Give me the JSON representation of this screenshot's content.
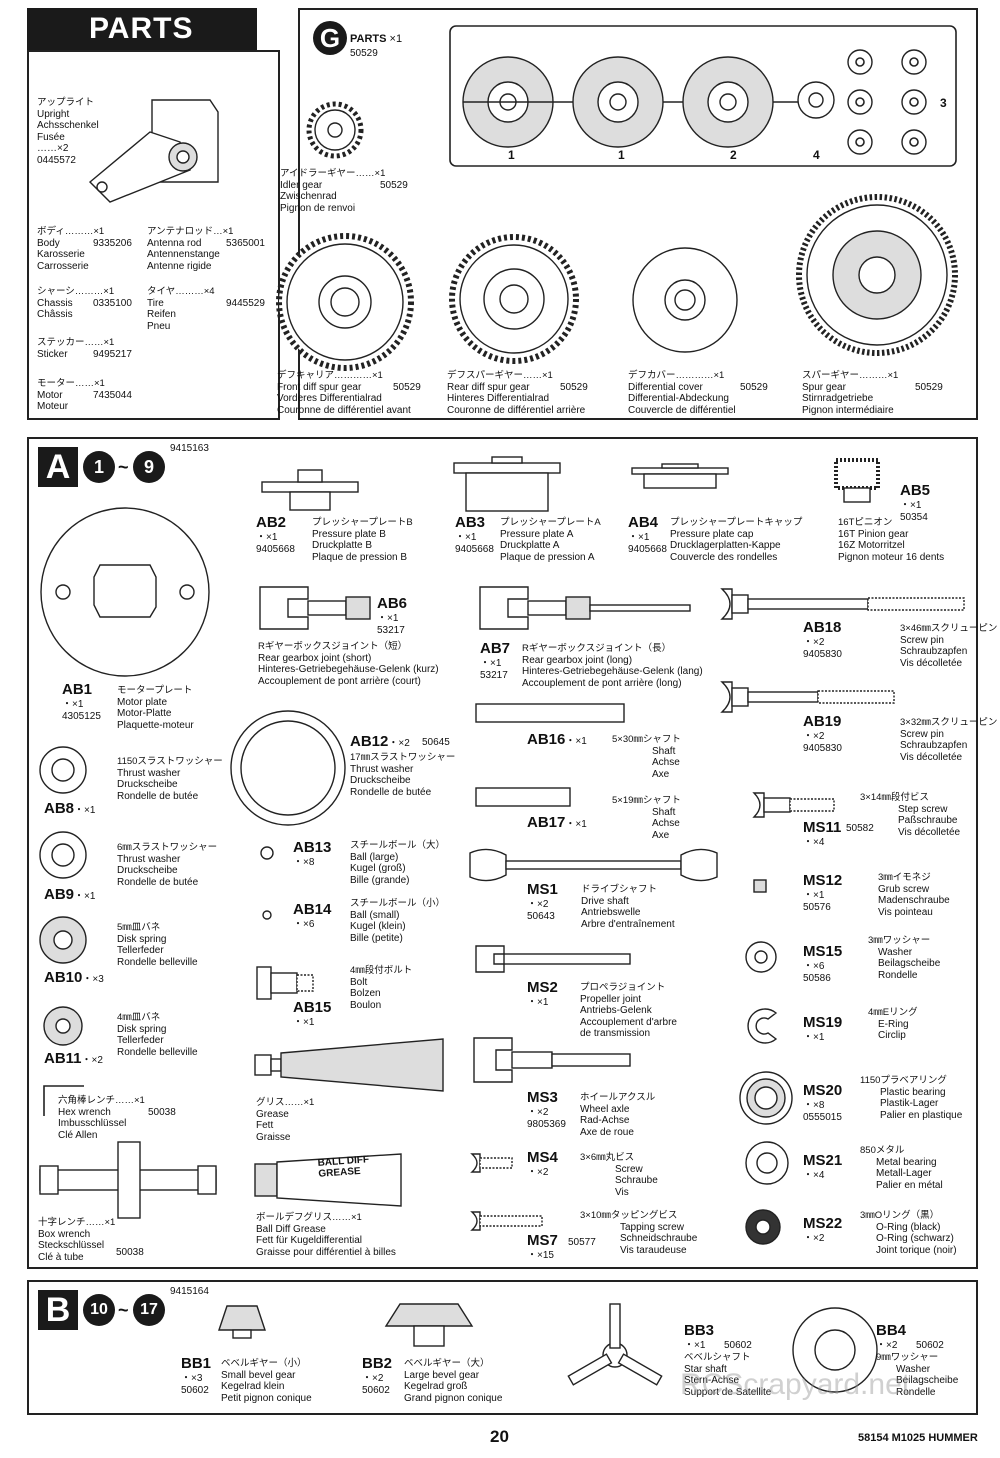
{
  "header": {
    "title": "PARTS"
  },
  "g_bag": {
    "letter": "G",
    "label": "PARTS",
    "qty": "×1",
    "number": "50529",
    "runner_numbers": [
      "1",
      "1",
      "2",
      "4",
      "3"
    ]
  },
  "top_parts": [
    {
      "jp": "アップライト",
      "en": "Upright",
      "de": "Achsschenkel",
      "fr": "Fusée",
      "qty": "……×2",
      "no": "0445572"
    },
    {
      "jp": "ボディ………×1",
      "en": "Body",
      "de": "Karosserie",
      "fr": "Carrosserie",
      "no": "9335206"
    },
    {
      "jp": "アンテナロッド…×1",
      "en": "Antenna rod",
      "de": "Antennenstange",
      "fr": "Antenne rigide",
      "no": "5365001"
    },
    {
      "jp": "シャーシ………×1",
      "en": "Chassis",
      "de": "Chassis",
      "fr": "Châssis",
      "no": "0335100"
    },
    {
      "jp": "タイヤ………×4",
      "en": "Tire",
      "de": "Reifen",
      "fr": "Pneu",
      "no": "9445529"
    },
    {
      "jp": "ステッカー……×1",
      "en": "Sticker",
      "no": "9495217"
    },
    {
      "jp": "モーター……×1",
      "en": "Motor",
      "fr": "Moteur",
      "no": "7435044"
    },
    {
      "jp": "アイドラーギヤー……×1",
      "en": "Idler gear",
      "de": "Zwischenrad",
      "fr": "Pignon de renvoi",
      "no": "50529"
    },
    {
      "jp": "デフキャリア…………×1",
      "en": "Front diff spur gear",
      "de": "Vorderes Differentialrad",
      "fr": "Couronne de différentiel avant",
      "no": "50529"
    },
    {
      "jp": "デフスパーギヤー……×1",
      "en": "Rear diff spur gear",
      "de": "Hinteres Differentialrad",
      "fr": "Couronne de différentiel arrière",
      "no": "50529"
    },
    {
      "jp": "デフカバー…………×1",
      "en": "Differential cover",
      "de": "Differential-Abdeckung",
      "fr": "Couvercle de différentiel",
      "no": "50529"
    },
    {
      "jp": "スパーギヤー………×1",
      "en": "Spur gear",
      "de": "Stirnradgetriebe",
      "fr": "Pignon intermédiaire",
      "no": "50529"
    }
  ],
  "section_a": {
    "letter": "A",
    "steps": [
      "1",
      "9"
    ],
    "tilde": "~",
    "number": "9415163"
  },
  "a_parts": {
    "ab1": {
      "code": "AB1",
      "qty": "・×1",
      "no": "4305125",
      "jp": "モータープレート",
      "en": "Motor plate",
      "de": "Motor-Platte",
      "fr": "Plaquette-moteur"
    },
    "ab2": {
      "code": "AB2",
      "qty": "・×1",
      "no": "9405668",
      "jp": "プレッシャープレートB",
      "en": "Pressure plate B",
      "de": "Druckplatte B",
      "fr": "Plaque de pression B"
    },
    "ab3": {
      "code": "AB3",
      "qty": "・×1",
      "no": "9405668",
      "jp": "プレッシャープレートA",
      "en": "Pressure plate A",
      "de": "Druckplatte A",
      "fr": "Plaque de pression A"
    },
    "ab4": {
      "code": "AB4",
      "qty": "・×1",
      "no": "9405668",
      "jp": "プレッシャープレートキャップ",
      "en": "Pressure plate cap",
      "de": "Drucklagerplatten-Kappe",
      "fr": "Couvercle des rondelles"
    },
    "ab5": {
      "code": "AB5",
      "qty": "・×1",
      "no": "50354",
      "jp": "16Tピニオン",
      "en": "16T Pinion gear",
      "de": "16Z Motorritzel",
      "fr": "Pignon moteur 16 dents"
    },
    "ab6": {
      "code": "AB6",
      "qty": "・×1",
      "no": "53217",
      "jp": "Rギヤーボックスジョイント（短）",
      "en": "Rear gearbox joint (short)",
      "de": "Hinteres-Getriebegehäuse-Gelenk (kurz)",
      "fr": "Accouplement de pont arrière (court)"
    },
    "ab7": {
      "code": "AB7",
      "qty": "・×1",
      "no": "53217",
      "jp": "Rギヤーボックスジョイント（長）",
      "en": "Rear gearbox joint (long)",
      "de": "Hinteres-Getriebegehäuse-Gelenk (lang)",
      "fr": "Accouplement de pont arrière (long)"
    },
    "ab18": {
      "code": "AB18",
      "qty": "・×2",
      "no": "9405830",
      "jp": "3×46㎜スクリューピン",
      "en": "Screw pin",
      "de": "Schraubzapfen",
      "fr": "Vis décolletée"
    },
    "ab19": {
      "code": "AB19",
      "qty": "・×2",
      "no": "9405830",
      "jp": "3×32㎜スクリューピン",
      "en": "Screw pin",
      "de": "Schraubzapfen",
      "fr": "Vis décolletée"
    },
    "ab8": {
      "code": "AB8",
      "qty": "・×1",
      "jp": "1150スラストワッシャー",
      "en": "Thrust washer",
      "de": "Druckscheibe",
      "fr": "Rondelle de butée"
    },
    "ab9": {
      "code": "AB9",
      "qty": "・×1",
      "jp": "6㎜スラストワッシャー",
      "en": "Thrust washer",
      "de": "Druckscheibe",
      "fr": "Rondelle de butée"
    },
    "ab10": {
      "code": "AB10",
      "qty": "・×3",
      "jp": "5㎜皿バネ",
      "en": "Disk spring",
      "de": "Tellerfeder",
      "fr": "Rondelle belleville"
    },
    "ab11": {
      "code": "AB11",
      "qty": "・×2",
      "jp": "4㎜皿バネ",
      "en": "Disk spring",
      "de": "Tellerfeder",
      "fr": "Rondelle belleville"
    },
    "ab12": {
      "code": "AB12",
      "qty": "・×2",
      "no": "50645",
      "jp": "17㎜スラストワッシャー",
      "en": "Thrust washer",
      "de": "Druckscheibe",
      "fr": "Rondelle de butée"
    },
    "ab13": {
      "code": "AB13",
      "qty": "・×8",
      "jp": "スチールボール（大）",
      "en": "Ball (large)",
      "de": "Kugel (groß)",
      "fr": "Bille (grande)"
    },
    "ab14": {
      "code": "AB14",
      "qty": "・×6",
      "jp": "スチールボール（小）",
      "en": "Ball (small)",
      "de": "Kugel (klein)",
      "fr": "Bille (petite)"
    },
    "ab15": {
      "code": "AB15",
      "qty": "・×1",
      "jp": "4㎜段付ボルト",
      "en": "Bolt",
      "de": "Bolzen",
      "fr": "Boulon"
    },
    "ab16": {
      "code": "AB16",
      "qty": "・×1",
      "jp": "5×30㎜シャフト",
      "en": "Shaft",
      "de": "Achse",
      "fr": "Axe"
    },
    "ab17": {
      "code": "AB17",
      "qty": "・×1",
      "jp": "5×19㎜シャフト",
      "en": "Shaft",
      "de": "Achse",
      "fr": "Axe"
    },
    "ms1": {
      "code": "MS1",
      "qty": "・×2",
      "no": "50643",
      "jp": "ドライブシャフト",
      "en": "Drive shaft",
      "de": "Antriebswelle",
      "fr": "Arbre d'entraînement"
    },
    "ms2": {
      "code": "MS2",
      "qty": "・×1",
      "jp": "プロペラジョイント",
      "en": "Propeller joint",
      "de": "Antriebs-Gelenk",
      "fr": "Accouplement d'arbre",
      "fr2": "de transmission"
    },
    "ms3": {
      "code": "MS3",
      "qty": "・×2",
      "no": "9805369",
      "jp": "ホイールアクスル",
      "en": "Wheel axle",
      "de": "Rad-Achse",
      "fr": "Axe de roue"
    },
    "ms4": {
      "code": "MS4",
      "qty": "・×2",
      "jp": "3×6㎜丸ビス",
      "en": "Screw",
      "de": "Schraube",
      "fr": "Vis"
    },
    "ms7": {
      "code": "MS7",
      "qty": "・×15",
      "no": "50577",
      "jp": "3×10㎜タッピングビス",
      "en": "Tapping screw",
      "de": "Schneidschraube",
      "fr": "Vis taraudeuse"
    },
    "ms11": {
      "code": "MS11",
      "qty": "・×4",
      "no": "50582",
      "jp": "3×14㎜段付ビス",
      "en": "Step screw",
      "de": "Paßschraube",
      "fr": "Vis décolletée"
    },
    "ms12": {
      "code": "MS12",
      "qty": "・×1",
      "no": "50576",
      "jp": "3㎜イモネジ",
      "en": "Grub screw",
      "de": "Madenschraube",
      "fr": "Vis pointeau"
    },
    "ms15": {
      "code": "MS15",
      "qty": "・×6",
      "no": "50586",
      "jp": "3㎜ワッシャー",
      "en": "Washer",
      "de": "Beilagscheibe",
      "fr": "Rondelle"
    },
    "ms19": {
      "code": "MS19",
      "qty": "・×1",
      "jp": "4㎜Eリング",
      "en": "E-Ring",
      "de": "Circlip"
    },
    "ms20": {
      "code": "MS20",
      "qty": "・×8",
      "no": "0555015",
      "jp": "1150プラベアリング",
      "en": "Plastic bearing",
      "de": "Plastik-Lager",
      "fr": "Palier en plastique"
    },
    "ms21": {
      "code": "MS21",
      "qty": "・×4",
      "jp": "850メタル",
      "en": "Metal bearing",
      "de": "Metall-Lager",
      "fr": "Palier en métal"
    },
    "ms22": {
      "code": "MS22",
      "qty": "・×2",
      "jp": "3㎜Oリング（黒）",
      "en": "O-Ring (black)",
      "de": "O-Ring (schwarz)",
      "fr": "Joint torique (noir)"
    },
    "hex": {
      "jp": "六角棒レンチ……×1",
      "en": "Hex wrench",
      "de": "Imbusschlüssel",
      "fr": "Clé Allen",
      "no": "50038"
    },
    "box": {
      "jp": "十字レンチ……×1",
      "en": "Box wrench",
      "de": "Steckschlüssel",
      "fr": "Clé à tube",
      "no": "50038"
    },
    "grease": {
      "jp": "グリス……×1",
      "en": "Grease",
      "de": "Fett",
      "fr": "Graisse"
    },
    "balldiff": {
      "jp": "ボールデフグリス……×1",
      "en": "Ball Diff Grease",
      "de": "Fett für Kugeldifferential",
      "fr": "Graisse pour différentiel à billes",
      "tube_text": "BALL DIFF GREASE"
    }
  },
  "section_b": {
    "letter": "B",
    "steps": [
      "10",
      "17"
    ],
    "tilde": "~",
    "number": "9415164"
  },
  "b_parts": {
    "bb1": {
      "code": "BB1",
      "qty": "・×3",
      "no": "50602",
      "jp": "ベベルギヤー（小）",
      "en": "Small bevel gear",
      "de": "Kegelrad klein",
      "fr": "Petit pignon conique"
    },
    "bb2": {
      "code": "BB2",
      "qty": "・×2",
      "no": "50602",
      "jp": "ベベルギヤー（大）",
      "en": "Large bevel gear",
      "de": "Kegelrad groß",
      "fr": "Grand pignon conique"
    },
    "bb3": {
      "code": "BB3",
      "qty": "・×1",
      "no": "50602",
      "jp": "ベベルシャフト",
      "en": "Star shaft",
      "de": "Stern-Achse",
      "fr": "Support de Satellite"
    },
    "bb4": {
      "code": "BB4",
      "qty": "・×2",
      "no": "50602",
      "jp": "9㎜ワッシャー",
      "en": "Washer",
      "de": "Beilagscheibe",
      "fr": "Rondelle"
    }
  },
  "footer": {
    "page": "20",
    "model": "58154 M1025 HUMMER"
  },
  "watermark": {
    "text": "RCScrapyard.net"
  }
}
